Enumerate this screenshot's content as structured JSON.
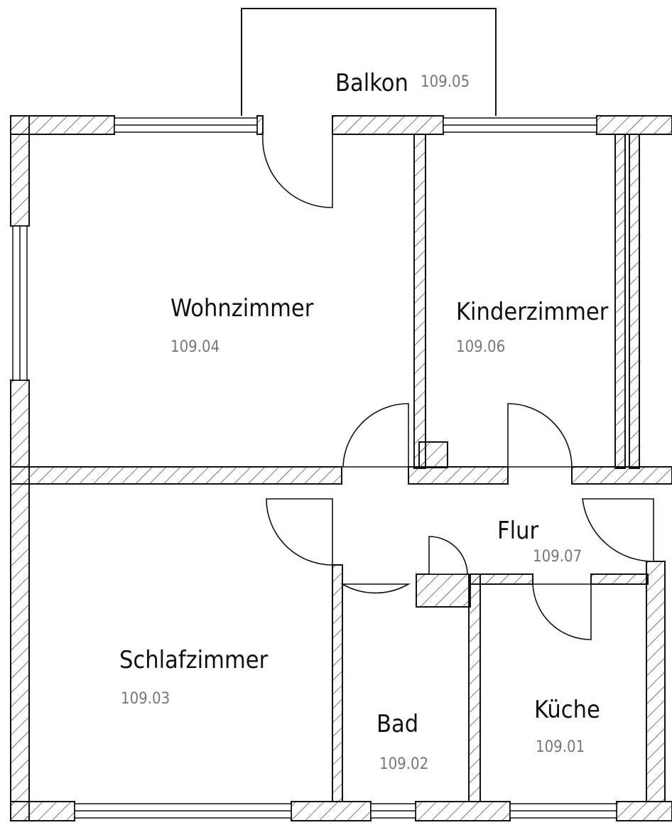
{
  "rooms": [
    {
      "name": "Balkon",
      "number": "109.05"
    },
    {
      "name": "Wohnzimmer",
      "number": "109.04"
    },
    {
      "name": "Kinderzimmer",
      "number": "109.06"
    },
    {
      "name": "Flur",
      "number": "109.07"
    },
    {
      "name": "Schlafzimmer",
      "number": "109.03"
    },
    {
      "name": "Bad",
      "number": "109.02"
    },
    {
      "name": "Küche",
      "number": "109.01"
    }
  ],
  "colors": {
    "line": "#111111",
    "hatch": "#333333",
    "number_text": "#777777"
  }
}
